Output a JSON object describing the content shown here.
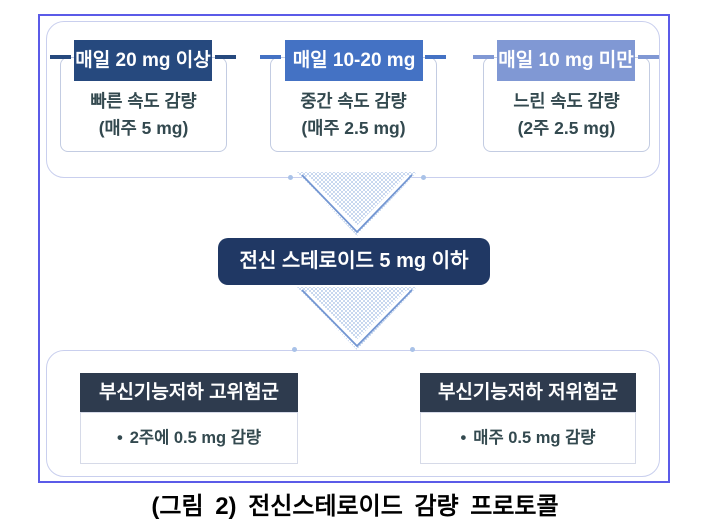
{
  "figure": {
    "caption": "(그림 2) 전신스테로이드 감량 프로토콜",
    "top_row": [
      {
        "header": "매일 20 mg 이상",
        "line1": "빠른 속도 감량",
        "line2": "(매주 5 mg)",
        "color": "#26497E"
      },
      {
        "header": "매일 10-20 mg",
        "line1": "중간 속도 감량",
        "line2": "(매주 2.5 mg)",
        "color": "#4472C4"
      },
      {
        "header": "매일 10 mg 미만",
        "line1": "느린 속도 감량",
        "line2": "(2주 2.5 mg)",
        "color": "#8098D4"
      }
    ],
    "middle_box": {
      "label": "전신 스테로이드 5 mg 이하",
      "color": "#203864"
    },
    "bottom_row": [
      {
        "header": "부신기능저하 고위험군",
        "bullet_glyph": "•",
        "text": "2주에 0.5 mg 감량",
        "color": "#2E3B4E"
      },
      {
        "header": "부신기능저하 저위험군",
        "bullet_glyph": "•",
        "text": "매주 0.5 mg 감량",
        "color": "#2E3B4E"
      }
    ]
  },
  "colors": {
    "outer_border": "#5B5BE8",
    "card_border": "#C9CFEE",
    "frame_border": "#C3CCE2",
    "body_text": "#33494F",
    "arrow_dot_fill": "#BDD0EC",
    "arrow_stroke": "#7396D2",
    "connector_dot": "#A9C2E8",
    "caption_text": "#000000"
  }
}
